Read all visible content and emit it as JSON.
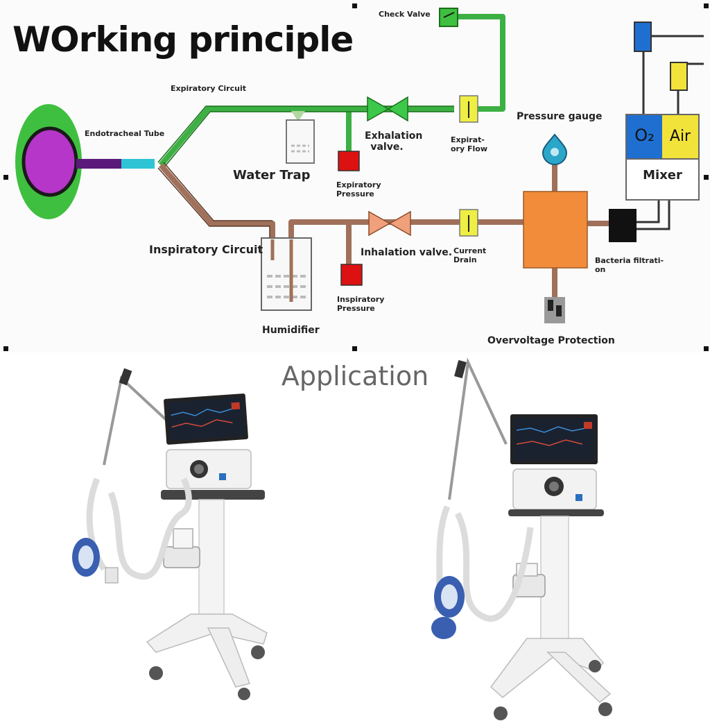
{
  "title": "WOrking principle",
  "labels": {
    "check_valve": "Check Valve",
    "expiratory_circuit": "Expiratory Circuit",
    "endotracheal_tube": "Endotracheal Tube",
    "water_trap": "Water Trap",
    "exhalation_valve_1": "Exhalation",
    "exhalation_valve_2": "valve.",
    "expiratory_pressure_1": "Expiratory",
    "expiratory_pressure_2": "Pressure",
    "expiratory_flow_1": "Expirat-",
    "expiratory_flow_2": "ory Flow",
    "pressure_gauge": "Pressure gauge",
    "o2": "O₂",
    "air": "Air",
    "mixer": "Mixer",
    "inspiratory_circuit": "Inspiratory Circuit",
    "inhalation_valve": "Inhalation valve.",
    "current_drain_1": "Current",
    "current_drain_2": "Drain",
    "bacteria_filtration_1": "Bacteria filtrati-",
    "bacteria_filtration_2": "on",
    "inspiratory_pressure_1": "Inspiratory",
    "inspiratory_pressure_2": "Pressure",
    "humidifier": "Humidifier",
    "overvoltage_protection": "Overvoltage Protection"
  },
  "application_heading": "Application",
  "colors": {
    "expiratory_tube": "#3cb043",
    "inspiratory_tube": "#a0705a",
    "patient_outer": "#3fbf3f",
    "patient_inner": "#b536c9",
    "valve": "#f0a07a",
    "filter": "#e8e83a",
    "pressure_sensor": "#dd1111",
    "mixer_o2": "#1f6fd1",
    "mixer_air": "#f2e33a",
    "central_unit": "#f28c3a",
    "gauge": "#2aa6c9"
  }
}
